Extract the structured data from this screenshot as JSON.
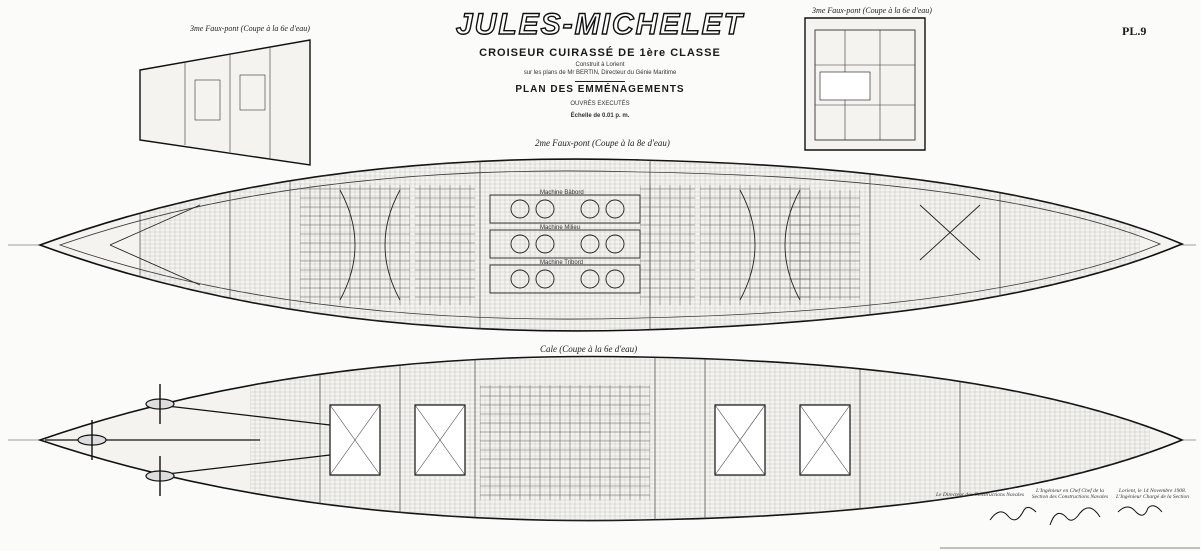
{
  "plate_number": "PL.9",
  "title": "JULES-MICHELET",
  "subtitle": "CROISEUR CUIRASSÉ DE 1ère CLASSE",
  "construction_note": "Construit à Lorient",
  "plans_note": "sur les plans de Mr BERTIN, Directeur du Génie Maritime",
  "plan_title": "PLAN DES EMMÉNAGEMENTS",
  "plan_note": "OUVRÉS EXECUTÉS",
  "scale": "Échelle de 0.01 p. m.",
  "views": {
    "aft_inset": "3me Faux-pont (Coupe à la 6e d'eau)",
    "fwd_inset": "3me Faux-pont (Coupe à la 6e d'eau)",
    "deck2": "2me Faux-pont (Coupe à la 8e d'eau)",
    "hold": "Cale (Coupe à la 6e d'eau)"
  },
  "compartments": {
    "machine_1": "Machine Bâbord",
    "machine_2": "Machine Milieu",
    "machine_3": "Machine Tribord"
  },
  "signatures": {
    "director": "Le Directeur des Constructions Navales",
    "engineer": "L'Ingénieur en Chef Chef de la Section des Constructions Navales",
    "date": "Lorient, le 14 Novembre 1908. L'Ingénieur Chargé de la Section"
  }
}
